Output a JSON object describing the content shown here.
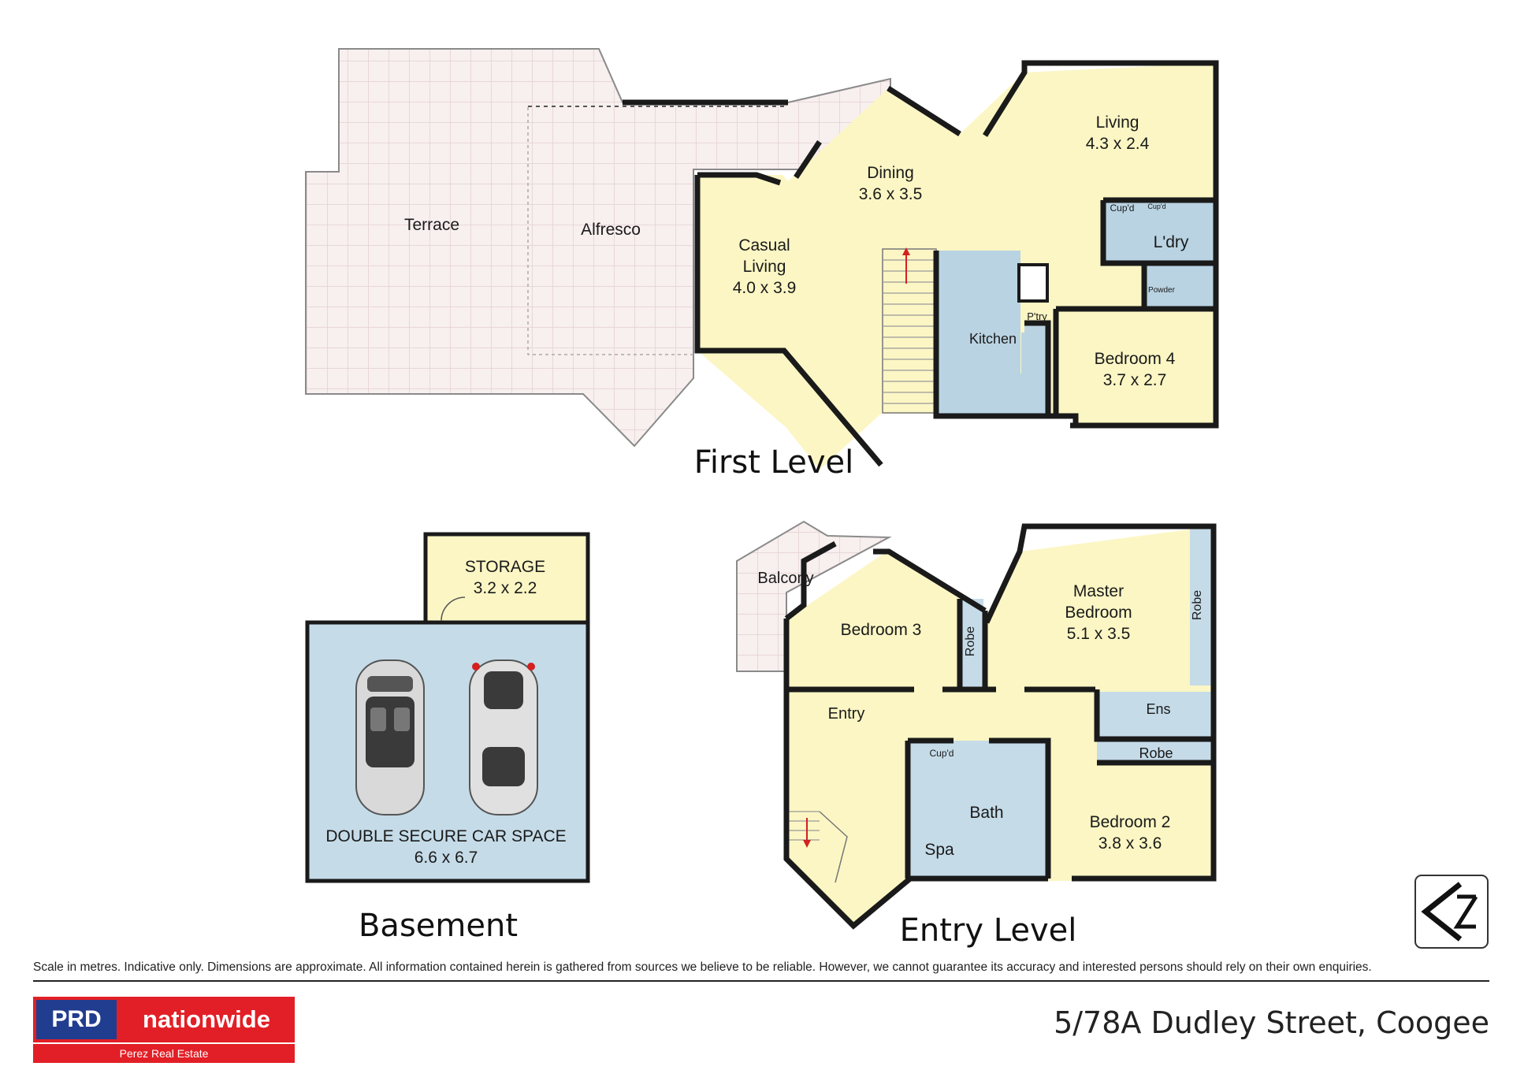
{
  "levels": {
    "first": "First Level",
    "basement": "Basement",
    "entry": "Entry Level"
  },
  "rooms": {
    "terrace": "Terrace",
    "alfresco": "Alfresco",
    "casual_living": [
      "Casual",
      "Living",
      "4.0 x 3.9"
    ],
    "dining": [
      "Dining",
      "3.6 x 3.5"
    ],
    "living": [
      "Living",
      "4.3 x 2.4"
    ],
    "cupd_1": "Cup'd",
    "cupd_2": "Cup'd",
    "laundry": "L'dry",
    "powder": "Powder",
    "pantry": "P'try",
    "kitchen": "Kitchen",
    "bedroom4": [
      "Bedroom 4",
      "3.7 x 2.7"
    ],
    "storage": [
      "STORAGE",
      "3.2 x 2.2"
    ],
    "car_space": [
      "DOUBLE SECURE CAR SPACE",
      "6.6 x 6.7"
    ],
    "balcony": "Balcony",
    "bedroom3": "Bedroom 3",
    "robe_b3": "Robe",
    "master": [
      "Master",
      "Bedroom",
      "5.1 x 3.5"
    ],
    "robe_master": "Robe",
    "entry": "Entry",
    "ensuite": "Ens",
    "robe_b2": "Robe",
    "cupd_bath": "Cup'd",
    "bath": "Bath",
    "spa": "Spa",
    "bedroom2": [
      "Bedroom 2",
      "3.8 x 3.6"
    ]
  },
  "footer": {
    "disclaimer": "Scale in metres. Indicative only. Dimensions are approximate. All information contained herein is gathered from sources we believe to be reliable. However, we cannot guarantee its accuracy and interested persons should rely on their own enquiries.",
    "address": "5/78A Dudley Street, Coogee",
    "logo_prd": "PRD",
    "logo_nationwide": "nationwide",
    "logo_agency": "Perez Real Estate"
  },
  "colors": {
    "living_area": "#fbf6c4",
    "wet_area": "#b9d3e2",
    "outdoor": "#f7eeee",
    "wall": "#1a1a1a",
    "brand_red": "#e21f26",
    "brand_blue": "#213d8f"
  },
  "icons": {
    "compass": "north-arrow-icon",
    "car": "car-icon"
  }
}
